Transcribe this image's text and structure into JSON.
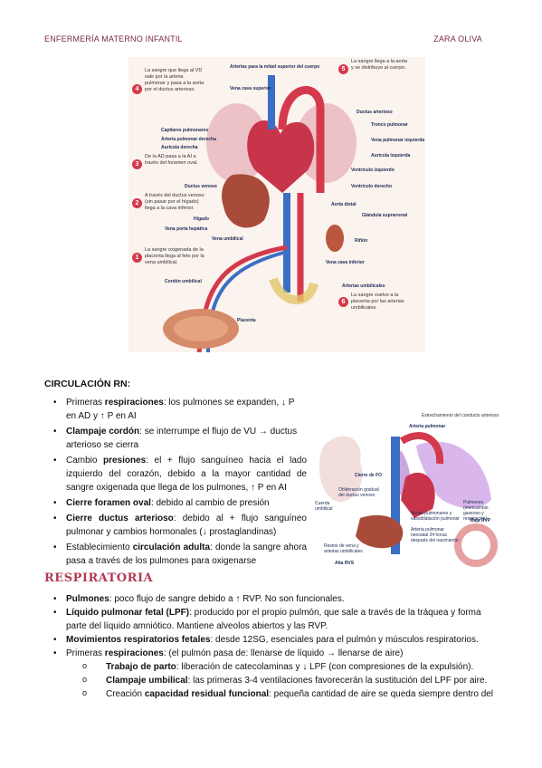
{
  "header": {
    "left": "ENFERMERÍA MATERNO INFANTIL",
    "right": "ZARA OLIVA"
  },
  "figure_top": {
    "labels": {
      "arterias_mitad": "Arterias para la mitad superior del cuerpo",
      "vena_cava_sup": "Vena cava superior",
      "capilares": "Capilares pulmonares",
      "arteria_pulm_der": "Arteria pulmonar derecha",
      "auricula_der": "Aurícula derecha",
      "ductus_venoso": "Ductus venoso",
      "higado": "Hígado",
      "vena_porta": "Vena porta hepática",
      "vena_umbilical": "Vena umbilical",
      "cordon": "Cordón umbilical",
      "placenta": "Placenta",
      "ductus_arterioso": "Ductus arterioso",
      "tronco_pulmonar": "Tronco pulmonar",
      "vena_pulm_izq": "Vena pulmonar izquierda",
      "auricula_izq": "Aurícula izquierda",
      "ventriculo_izq": "Ventrículo izquierdo",
      "ventriculo_der": "Ventrículo derecho",
      "aorta_distal": "Aorta distal",
      "glandula": "Glándula suprarrenal",
      "rinon": "Riñón",
      "vena_cava_inf": "Vena cava inferior",
      "arterias_umb": "Arterias umbilicales"
    },
    "callouts": [
      {
        "n": "1",
        "text": "La sangre oxigenada de la placenta llega al feto por la vena umbilical."
      },
      {
        "n": "2",
        "text": "A través del ductus venoso (sin pasar por el hígado) llega a la cava inferior."
      },
      {
        "n": "3",
        "text": "De la AD pasa a la AI a través del foramen oval."
      },
      {
        "n": "4",
        "text": "La sangre que llega al VD sale por la arteria pulmonar y pasa a la aorta por el ductus arterioso."
      },
      {
        "n": "5",
        "text": "La sangre llega a la aorta y se distribuye al cuerpo."
      },
      {
        "n": "6",
        "text": "La sangre vuelve a la placenta por las arterias umbilicales."
      }
    ]
  },
  "figure_right": {
    "title": "Estrechamiento del conducto arterioso",
    "labels": {
      "arteria_pulm": "Arteria pulmonar",
      "cierre_fo": "Cierre de FO",
      "obliteracion": "Obliteración gradual del ductus venoso",
      "cuerda": "Cuerda umbilical",
      "venas_pulm": "Venas pulmonares y vasodilatación pulmonar",
      "pulmones": "Pulmones (intercambio gaseoso y respiración)",
      "baja_rvp": "Baja RVP",
      "arteria_neonatal": "Arteria pulmonar neonatal 24 horas después del nacimiento",
      "restos": "Restos de vena y arterias umbilicales",
      "alta_rvs": "Alta RVS"
    }
  },
  "rn": {
    "title": "CIRCULACIÓN RN:",
    "items": [
      {
        "pre": "Primeras ",
        "bold": "respiraciones",
        "post": ": los pulmones se expanden, ↓ P en AD y ↑ P en AI"
      },
      {
        "pre": "",
        "bold": "Clampaje cordón",
        "post": ": se interrumpe el flujo de VU → ductus arterioso se cierra"
      },
      {
        "pre": "Cambio ",
        "bold": "presiones",
        "post": ": el + flujo sanguíneo hacia el lado izquierdo del corazón, debido a la mayor cantidad de sangre oxigenada que llega de los pulmones, ↑ P en AI"
      },
      {
        "pre": "",
        "bold": "Cierre foramen oval",
        "post": ": debido al cambio de presión"
      },
      {
        "pre": "",
        "bold": "Cierre ductus arterioso",
        "post": ": debido al + flujo sanguíneo pulmonar y cambios hormonales (↓ prostaglandinas)"
      },
      {
        "pre": "Establecimiento ",
        "bold": "circulación adulta",
        "post": ": donde la sangre ahora pasa a través de los pulmones para oxigenarse"
      }
    ]
  },
  "resp": {
    "title": "RESPIRATORIA",
    "items": [
      {
        "pre": "",
        "bold": "Pulmones",
        "post": ": poco flujo de sangre debido a ↑ RVP. No son funcionales."
      },
      {
        "pre": "",
        "bold": "Líquido pulmonar fetal (LPF)",
        "post": ": producido por el propio pulmón, que sale a través de la tráquea y forma parte del líquido amniótico. Mantiene alveolos abiertos y las RVP."
      },
      {
        "pre": "",
        "bold": "Movimientos respiratorios fetales",
        "post": ": desde 12SG, esenciales para el pulmón y músculos respiratorios."
      },
      {
        "pre": "Primeras ",
        "bold": "respiraciones",
        "post": ": (el pulmón pasa de: llenarse de líquido → llenarse de aire)"
      }
    ],
    "subitems": [
      {
        "pre": "",
        "bold": "Trabajo de parto",
        "post": ": liberación de catecolaminas y ↓ LPF (con compresiones de la expulsión)."
      },
      {
        "pre": "",
        "bold": "Clampaje umbilical",
        "post": ": las primeras 3-4 ventilaciones favorecerán la sustitución del LPF por aire."
      },
      {
        "pre": "Creación ",
        "bold": "capacidad residual funcional",
        "post": ": pequeña cantidad de aire se queda siempre dentro del"
      }
    ]
  },
  "colors": {
    "header": "#7a2a3e",
    "resp_title": "#b23a55",
    "arterial": "#d43a4c",
    "venous": "#3b6fc4"
  }
}
